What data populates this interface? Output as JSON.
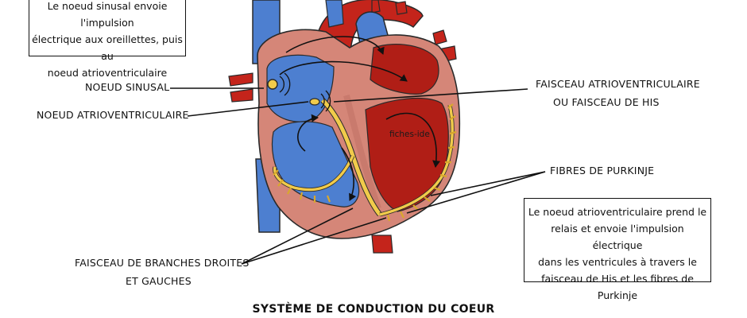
{
  "boxes": {
    "top": [
      "Le noeud sinusal envoie l'impulsion",
      "électrique aux oreillettes, puis au",
      "noeud atrioventriculaire"
    ],
    "right": [
      "Le noeud atrioventriculaire  prend le",
      "relais et envoie l'impulsion électrique",
      "dans les ventricules à travers le",
      "faisceau de His et les fibres de Purkinje"
    ]
  },
  "labels": {
    "sinus_node": "NOEUD SINUSAL",
    "av_node": "NOEUD ATRIOVENTRICULAIRE",
    "his_bundle_1": "FAISCEAU ATRIOVENTRICULAIRE",
    "his_bundle_2": "OU FAISCEAU DE HIS",
    "purkinje": "FIBRES DE PURKINJE",
    "branches_1": "FAISCEAU DE BRANCHES DROITES",
    "branches_2": "ET GAUCHES"
  },
  "watermark": "fiches-ide",
  "title": "SYSTÈME DE CONDUCTION DU COEUR",
  "colors": {
    "blue": "#4d7fd0",
    "dark_red": "#b01e16",
    "bright_red": "#d0271c",
    "wall_pink": "#d58678",
    "conduction_yellow": "#f1cb4b",
    "outline": "#2a2a2a"
  }
}
